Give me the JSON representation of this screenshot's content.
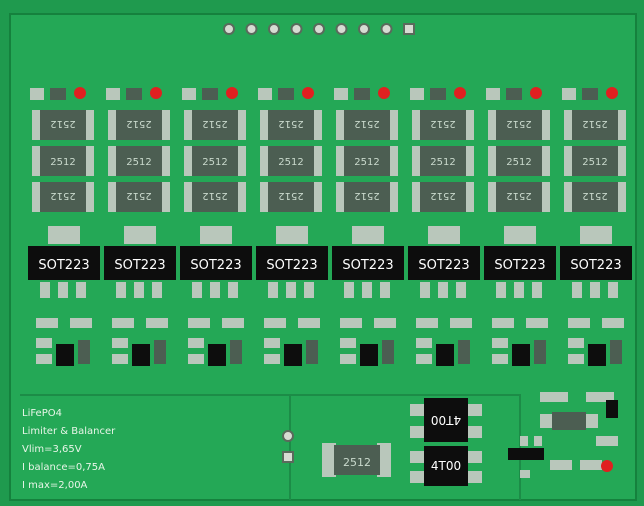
{
  "colors": {
    "pcb": "#1f9a4e",
    "pcb_dark": "#177f3f",
    "trace": "#24a856",
    "silk": "#e8f5e8",
    "resistor_body": "#4c5e52",
    "pad": "#b9c7bb",
    "ic_black": "#0d0d0d",
    "led_red": "#e02020"
  },
  "header": {
    "pin_count": 9,
    "pin_icon": "through-hole-pin-icon"
  },
  "channels": {
    "count": 8,
    "resistor_label": "2512",
    "transistor_label": "SOT223",
    "led_icon": "red-led-icon"
  },
  "bottom": {
    "big_resistor_label": "2512",
    "chip_top_label": "4T00",
    "chip_bottom_label": "4T00"
  },
  "silkscreen": {
    "line1": "LiFePO4",
    "line2": "Limiter & Balancer",
    "line3": "Vlim=3,65V",
    "line4": "I balance=0,75A",
    "line5": "I max=2,00A"
  }
}
